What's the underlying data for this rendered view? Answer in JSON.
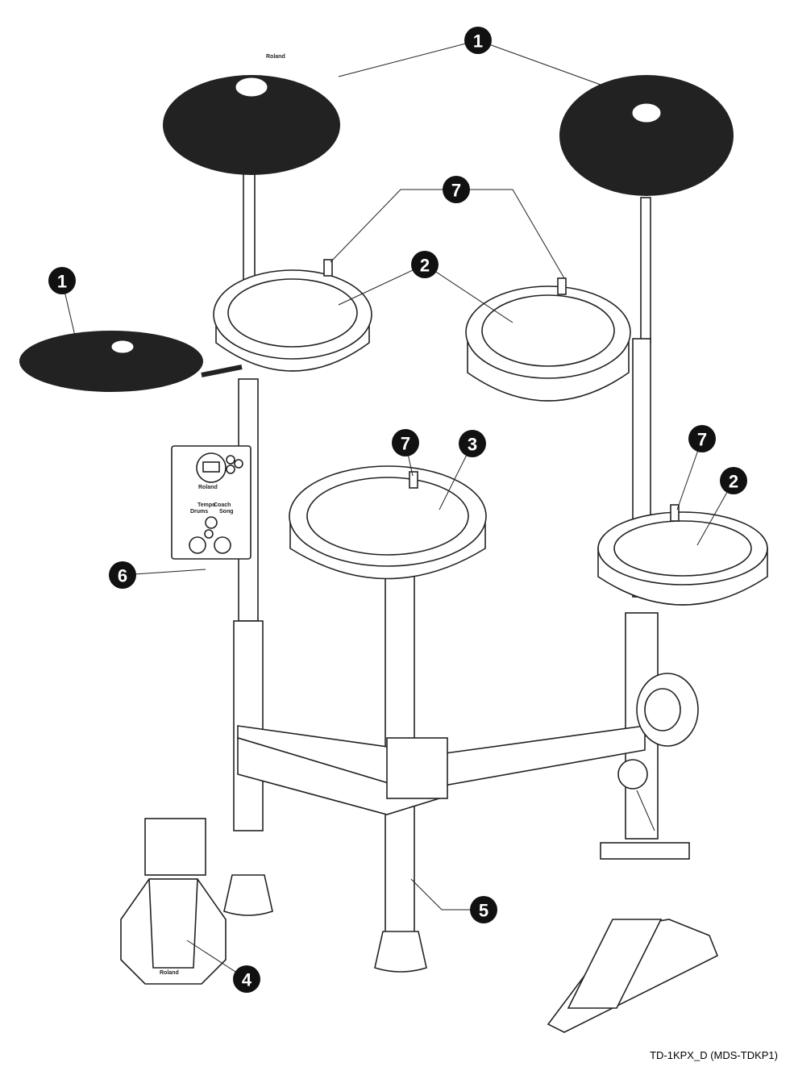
{
  "caption": "TD-1KPX_D (MDS-TDKP1)",
  "module": {
    "brand": "Roland",
    "labels": [
      "Tempo",
      "Coach",
      "Drums",
      "Song"
    ]
  },
  "cymbal_brand": "Roland",
  "pedal_brand": "Roland",
  "callouts": [
    {
      "id": "c1a",
      "number": "1"
    },
    {
      "id": "c1b",
      "number": "1"
    },
    {
      "id": "c7a",
      "number": "7"
    },
    {
      "id": "c2a",
      "number": "2"
    },
    {
      "id": "c7b",
      "number": "7"
    },
    {
      "id": "c3",
      "number": "3"
    },
    {
      "id": "c7c",
      "number": "7"
    },
    {
      "id": "c2b",
      "number": "2"
    },
    {
      "id": "c6",
      "number": "6"
    },
    {
      "id": "c5",
      "number": "5"
    },
    {
      "id": "c4",
      "number": "4"
    }
  ]
}
